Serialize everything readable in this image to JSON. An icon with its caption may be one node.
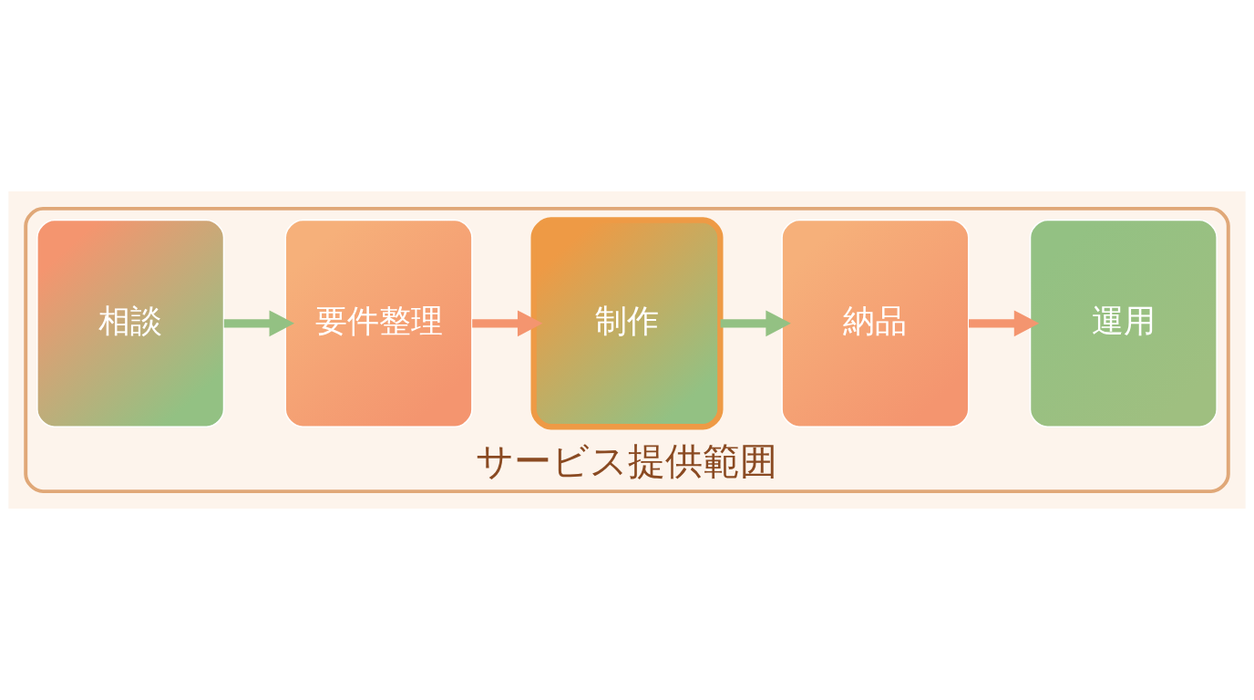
{
  "diagram": {
    "nodes": [
      {
        "text": [
          "サービス提供範囲"
        ]
      },
      {
        "text": [
          "相談"
        ],
        "in": 0
      },
      {
        "text": [
          "要件整理"
        ],
        "in": 0
      },
      {
        "text": [
          "制作"
        ],
        "in": 0
      },
      {
        "text": [
          "納品"
        ],
        "in": 0
      },
      {
        "text": [
          "運用"
        ],
        "in": 0
      }
    ],
    "edges": [
      {
        "from": 1,
        "to": 2,
        "arrow": "to",
        "color": "#93c183"
      },
      {
        "from": 2,
        "to": 3,
        "arrow": "to",
        "color": "#f4956f"
      },
      {
        "from": 3,
        "to": 4,
        "arrow": "to",
        "color": "#93c183"
      },
      {
        "from": 4,
        "to": 5,
        "arrow": "to",
        "color": "#f4956f"
      }
    ]
  }
}
